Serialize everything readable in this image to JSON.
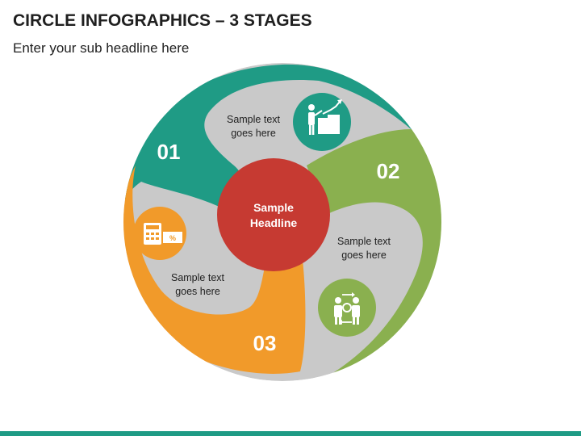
{
  "header": {
    "title": "CIRCLE INFOGRAPHICS – 3 STAGES",
    "subtitle": "Enter your sub headline here"
  },
  "center": {
    "line1": "Sample",
    "line2": "Headline"
  },
  "stages": [
    {
      "number": "01",
      "text_line1": "Sample text",
      "text_line2": "goes here",
      "color": "#1f9b85",
      "icon": "presentation-chart-icon"
    },
    {
      "number": "02",
      "text_line1": "Sample text",
      "text_line2": "goes here",
      "color": "#8ab04f",
      "icon": "team-exchange-icon"
    },
    {
      "number": "03",
      "text_line1": "Sample text",
      "text_line2": "goes here",
      "color": "#f19a2a",
      "icon": "calculator-percent-icon"
    }
  ],
  "colors": {
    "hub": "#c63a32",
    "gray": "#c9c9c9",
    "bottom_bar": "#1f9b85"
  }
}
